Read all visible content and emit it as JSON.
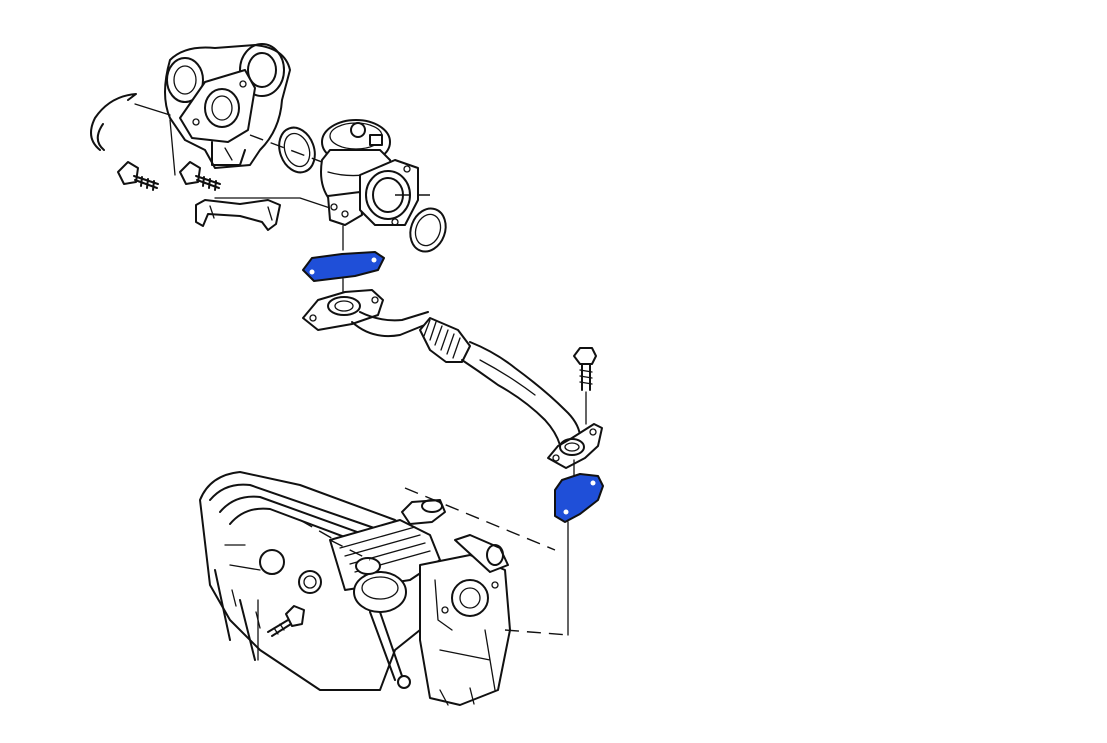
{
  "diagram": {
    "kind": "exploded-parts-view",
    "parts": [
      {
        "id": "throttle-housing",
        "label": ""
      },
      {
        "id": "circlip",
        "label": ""
      },
      {
        "id": "bolts-upper",
        "label": ""
      },
      {
        "id": "mounting-bracket",
        "label": ""
      },
      {
        "id": "o-ring-upper",
        "label": ""
      },
      {
        "id": "egr-valve",
        "label": ""
      },
      {
        "id": "o-ring-lower",
        "label": ""
      },
      {
        "id": "blanking-plate-upper",
        "label": ""
      },
      {
        "id": "egr-pipe",
        "label": ""
      },
      {
        "id": "bolt-pipe",
        "label": ""
      },
      {
        "id": "blanking-plate-lower",
        "label": ""
      },
      {
        "id": "intake-manifold",
        "label": ""
      },
      {
        "id": "bolt-manifold",
        "label": ""
      }
    ],
    "colors": {
      "line": "#111111",
      "highlight": "#1f4fd8",
      "background": "#ffffff"
    }
  }
}
